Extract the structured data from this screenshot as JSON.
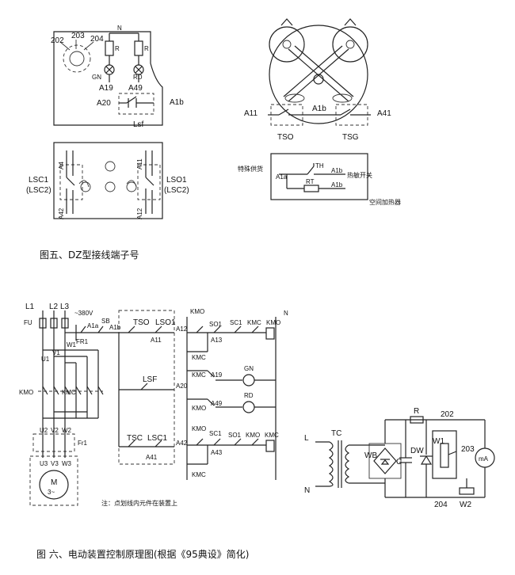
{
  "figure5": {
    "terminal_top": {
      "labels": {
        "l202": "202",
        "l203": "203",
        "l204": "204",
        "n": "N",
        "r1": "R",
        "r2": "R",
        "gn": "GN",
        "rd": "RD",
        "a19": "A19",
        "a49": "A49",
        "a20": "A20",
        "a1b": "A1b",
        "lsf": "Lsf"
      }
    },
    "terminal_bottom": {
      "labels": {
        "a4": "A4",
        "a42": "A42",
        "a11": "A11",
        "a12": "A12",
        "lsc1": "LSC1",
        "lsc2": "(LSC2)",
        "lso1": "LSO1",
        "lsc2b": "(LSC2)"
      }
    },
    "switch_top": {
      "labels": {
        "a11": "A11",
        "a1b": "A1b",
        "a41": "A41",
        "tso": "TSO",
        "tsg": "TSG"
      }
    },
    "heater": {
      "labels": {
        "special": "特殊供货",
        "a1a": "A1a",
        "th": "TH",
        "a1b1": "A1b",
        "thermo": "热敏开关",
        "rt": "RT",
        "a1b2": "A1b",
        "heater": "空间加热器"
      }
    },
    "caption": "图五、DZ型接线端子号"
  },
  "figure6": {
    "left": {
      "labels": {
        "l1": "L1",
        "l2": "L2",
        "l3": "L3",
        "v380": "~380V",
        "fu": "FU",
        "fr1": "FR1",
        "a1a": "A1a",
        "sb": "SB",
        "a1b": "A1b",
        "w1": "W1",
        "v1": "V1",
        "u1": "U1",
        "kmo": "KMO",
        "kmc": "KMC",
        "u2": "U2",
        "v2": "V2",
        "w2": "W2",
        "fr1b": "Fr1",
        "u3": "U3",
        "v3": "V3",
        "w3": "W3",
        "m": "M",
        "m3": "3~"
      }
    },
    "middle": {
      "labels": {
        "tso": "TSO",
        "lso1": "LSO1",
        "a11": "A11",
        "a12": "A12",
        "lsf": "LSF",
        "a20": "A20",
        "tsc": "TSC",
        "lsc1": "LSC1",
        "a41": "A41",
        "a42": "A42",
        "note": "注：点划线内元件在装置上"
      }
    },
    "right": {
      "labels": {
        "kmo1": "KMO",
        "so1": "SO1",
        "a13": "A13",
        "sc1": "SC1",
        "kmc1": "KMC",
        "kmo_coil": "KMO",
        "n": "N",
        "kmc2": "KMC",
        "kmc3": "KMC",
        "a19": "A19",
        "gn": "GN",
        "kmo2": "KMO",
        "a49": "A49",
        "rd": "RD",
        "kmo3": "KMO",
        "sc1b": "SC1",
        "a43": "A43",
        "kmc4": "KMC",
        "so1b": "SO1",
        "kmo4": "KMO",
        "kmc_coil": "KMC"
      }
    },
    "signal": {
      "labels": {
        "l": "L",
        "n": "N",
        "tc": "TC",
        "wb": "WB",
        "c": "C",
        "dw": "DW",
        "r": "R",
        "w1": "W1",
        "l202": "202",
        "l203": "203",
        "l204": "204",
        "w2": "W2",
        "ma": "mA"
      }
    },
    "caption": "图  六、电动装置控制原理图(根据《95典设》简化)"
  }
}
